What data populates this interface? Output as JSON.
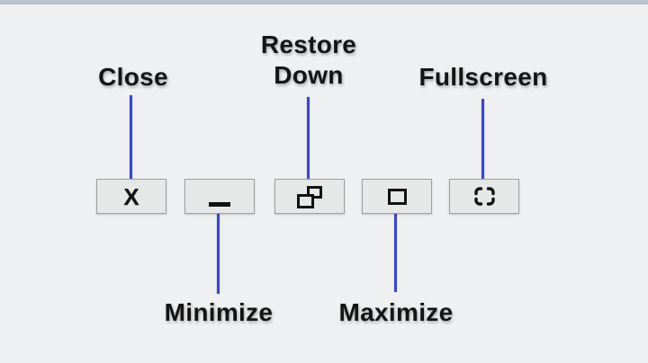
{
  "page": {
    "colors": {
      "background": "#eff0f1",
      "top_strip": "#b8c2d1",
      "connector_line": "#3b49c4",
      "button_fill": "#e6e7e7",
      "button_border": "#a0a0a0",
      "label_text": "#141414",
      "icon_color": "#121212"
    }
  },
  "callouts": {
    "close": {
      "label": "Close"
    },
    "restore_down": {
      "label": "Restore Down"
    },
    "fullscreen": {
      "label": "Fullscreen"
    },
    "minimize": {
      "label": "Minimize"
    },
    "maximize": {
      "label": "Maximize"
    }
  },
  "buttons": {
    "close": {
      "glyph": "X",
      "icon": "close-x-icon"
    },
    "minimize": {
      "glyph": "_",
      "icon": "minimize-underscore-icon"
    },
    "restore_down": {
      "icon": "restore-down-overlapping-squares-icon"
    },
    "maximize": {
      "icon": "maximize-square-icon"
    },
    "fullscreen": {
      "icon": "fullscreen-corner-brackets-icon"
    }
  }
}
